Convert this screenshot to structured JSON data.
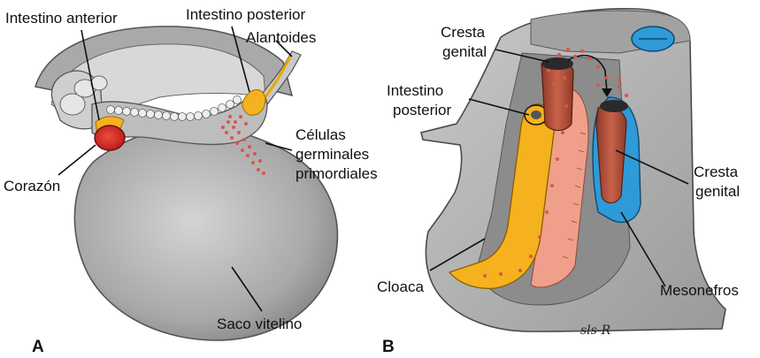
{
  "panel_a": {
    "letter": "A",
    "labels": {
      "foregut": "Intestino anterior",
      "hindgut": "Intestino posterior",
      "allantois": "Alantoides",
      "germ_line1": "Células",
      "germ_line2": "germinales",
      "germ_line3": "primordiales",
      "heart": "Corazón",
      "yolk_sac": "Saco vitelino"
    }
  },
  "panel_b": {
    "letter": "B",
    "labels": {
      "ridge_top_line1": "Cresta",
      "ridge_top_line2": "genital",
      "hindgut_line1": "Intestino",
      "hindgut_line2": "posterior",
      "ridge_right_line1": "Cresta",
      "ridge_right_line2": "genital",
      "cloaca": "Cloaca",
      "mesonephros": "Mesonefros"
    },
    "signature": "sls-R"
  },
  "colors": {
    "tissue_gray": "#b3b3b3",
    "dark_gray": "#7a7a7a",
    "gut_yellow": "#f5b21e",
    "heart_red": "#d62828",
    "germ_cells": "#d9574a",
    "ridge_rust": "#b0503a",
    "mesonephros_blue": "#2f9ad8",
    "mesoderm_pink": "#f0a08a"
  }
}
